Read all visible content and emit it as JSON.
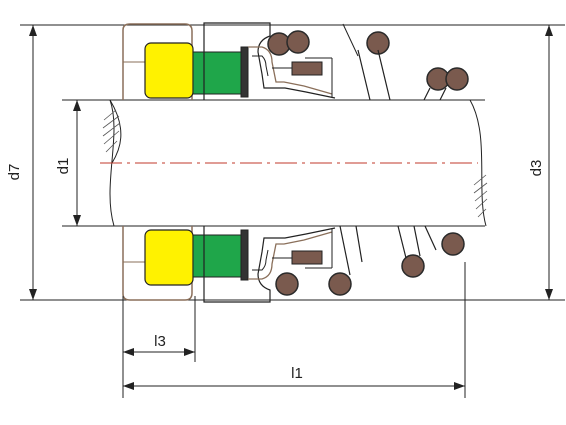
{
  "diagram": {
    "labels": {
      "d7": "d7",
      "d1": "d1",
      "d3": "d3",
      "l3": "l3",
      "l1": "l1"
    },
    "colors": {
      "line": "#222222",
      "seat_yellow": "#fff200",
      "ring_green": "#1fa64a",
      "spring_brown": "#7a5a4e",
      "spring_outline": "#2a2a2a",
      "metal_brown": "#8a6f5a",
      "centerline_red": "#c0392b",
      "hatch": "#555555",
      "background": "#ffffff"
    }
  }
}
